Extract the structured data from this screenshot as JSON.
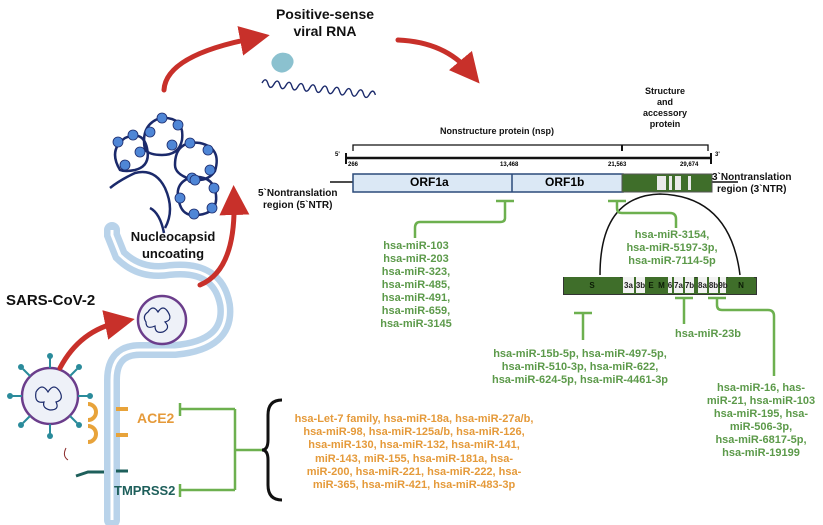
{
  "labels": {
    "positive_sense": "Positive-sense viral RNA",
    "positive_sense_line1": "Positive-sense",
    "positive_sense_line2": "viral RNA",
    "nucleocapsid_line1": "Nucleocapsid",
    "nucleocapsid_line2": "uncoating",
    "sars": "SARS-CoV-2",
    "ace2": "ACE2",
    "tmprss2": "TMPRSS2"
  },
  "genome": {
    "nsp_label": "Nonstructure protein (nsp)",
    "structure_line1": "Structure",
    "structure_line2": "and",
    "structure_line3": "accessory",
    "structure_line4": "protein",
    "five_prime": "5'",
    "three_prime": "3'",
    "positions": [
      "266",
      "13,468",
      "21,563",
      "29,674"
    ],
    "orf1a": "ORF1a",
    "orf1b": "ORF1b",
    "ntr5_line1": "5`Nontranslation",
    "ntr5_line2": "region (5`NTR)",
    "ntr3_line1": "3`Nontranslation",
    "ntr3_line2": "region (3`NTR)",
    "genes": [
      "S",
      "3a",
      "3b",
      "E",
      "M",
      "6",
      "7a",
      "7b",
      "8a",
      "8b",
      "9b",
      "N"
    ]
  },
  "mirnas": {
    "orf1a": [
      "hsa-miR-103",
      "hsa-miR-203",
      "hsa-miR-323,",
      "hsa-miR-485,",
      "hsa-miR-491,",
      "hsa-miR-659,",
      "hsa-miR-3145"
    ],
    "orf1b_end": [
      "hsa-miR-3154,",
      "hsa-miR-5197-3p,",
      "hsa-miR-7114-5p"
    ],
    "spike": [
      "hsa-miR-15b-5p, hsa-miR-497-5p,",
      "hsa-miR-510-3p, hsa-miR-622,",
      "hsa-miR-624-5p, hsa-miR-4461-3p"
    ],
    "orf8b": [
      "hsa-miR-23b"
    ],
    "n_gene": [
      "hsa-miR-16, has-",
      "miR-21, hsa-miR-103",
      "hsa-miR-195, hsa-",
      "miR-506-3p,",
      "hsa-miR-6817-5p,",
      "hsa-miR-19199"
    ],
    "host": [
      "hsa-Let-7 family, hsa-miR-18a, hsa-miR-27a/b,",
      "hsa-miR-98, hsa-miR-125a/b, hsa-miR-126,",
      "hsa-miR-130, hsa-miR-132, hsa-miR-141,",
      "miR-143, miR-155, hsa-miR-181a, hsa-",
      "miR-200, hsa-miR-221, hsa-miR-222,  hsa-",
      "miR-365,  hsa-miR-421, hsa-miR-483-3p"
    ]
  },
  "colors": {
    "arrow_red": "#c8302a",
    "membrane_blue": "#b9d3ea",
    "orf_fill": "#dbe8f5",
    "structural_green": "#3f6e2a",
    "inhibit_green": "#6db04f",
    "mirna_green": "#5c9a4a",
    "host_orange": "#e59a3a",
    "tmprss2_teal": "#1e5f5b"
  }
}
